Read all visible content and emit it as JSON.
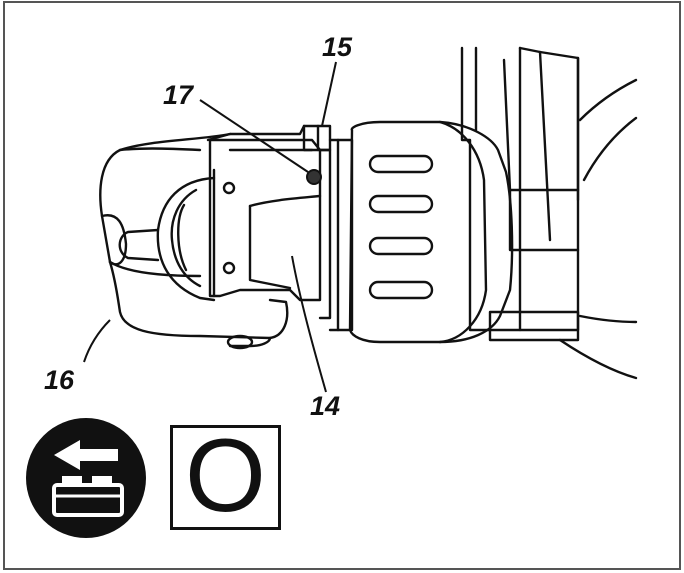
{
  "callouts": {
    "c14": "14",
    "c15": "15",
    "c16": "16",
    "c17": "17"
  },
  "mode_box": {
    "letter": "O"
  },
  "icons": {
    "remove_battery": "battery-removal-icon"
  },
  "colors": {
    "line": "#111111",
    "background": "#ffffff"
  }
}
